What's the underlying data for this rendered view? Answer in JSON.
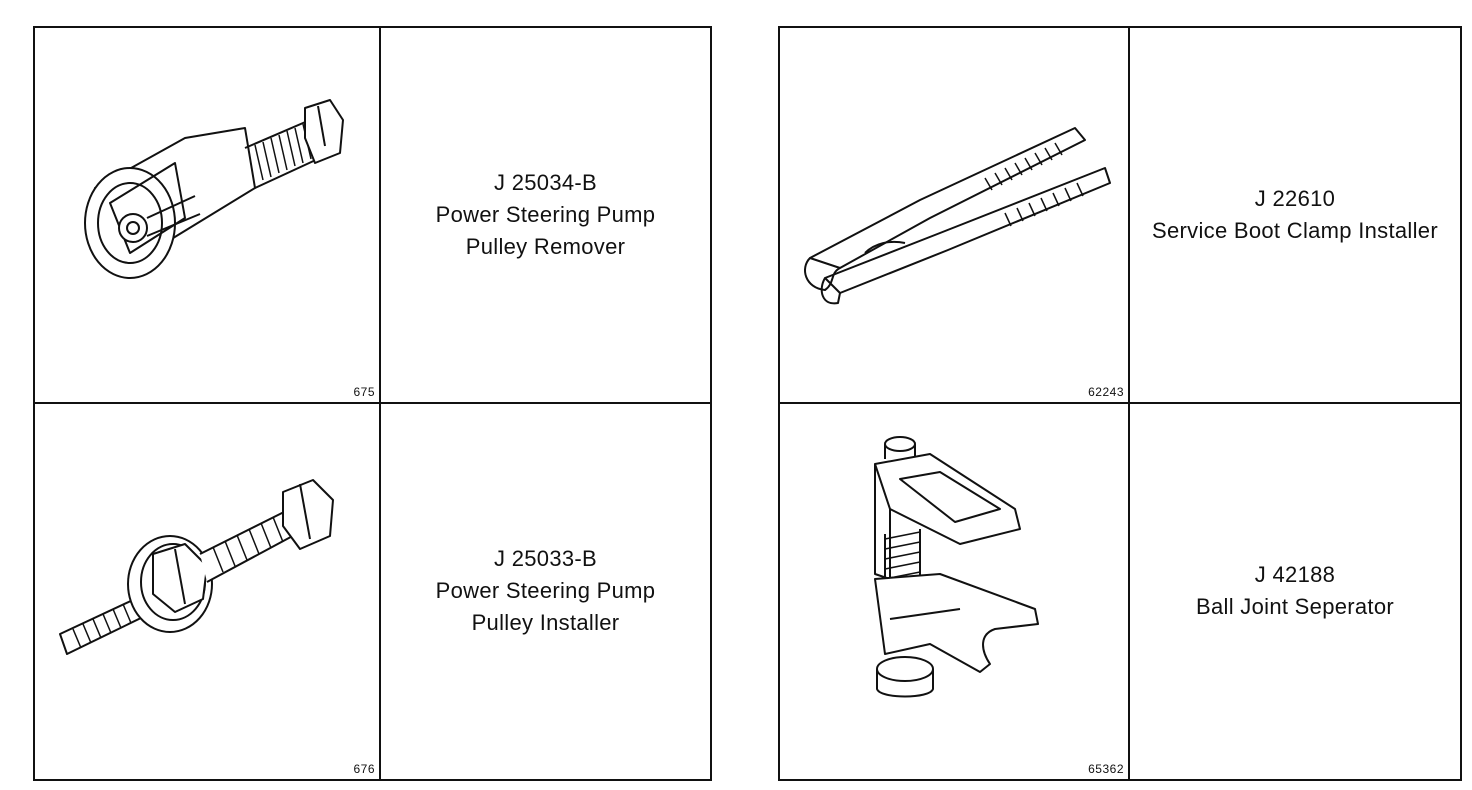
{
  "tools": [
    {
      "figure_number": "675",
      "part_number": "J 25034-B",
      "desc_lines": [
        "Power Steering Pump",
        "Pulley Remover"
      ],
      "icon": "pulley-remover-icon"
    },
    {
      "figure_number": "676",
      "part_number": "J 25033-B",
      "desc_lines": [
        "Power Steering Pump",
        "Pulley Installer"
      ],
      "icon": "pulley-installer-icon"
    },
    {
      "figure_number": "62243",
      "part_number": "J 22610",
      "desc_lines": [
        "Service Boot Clamp Installer"
      ],
      "icon": "boot-clamp-pliers-icon"
    },
    {
      "figure_number": "65362",
      "part_number": "J 42188",
      "desc_lines": [
        "Ball Joint Seperator"
      ],
      "icon": "ball-joint-separator-icon"
    }
  ]
}
